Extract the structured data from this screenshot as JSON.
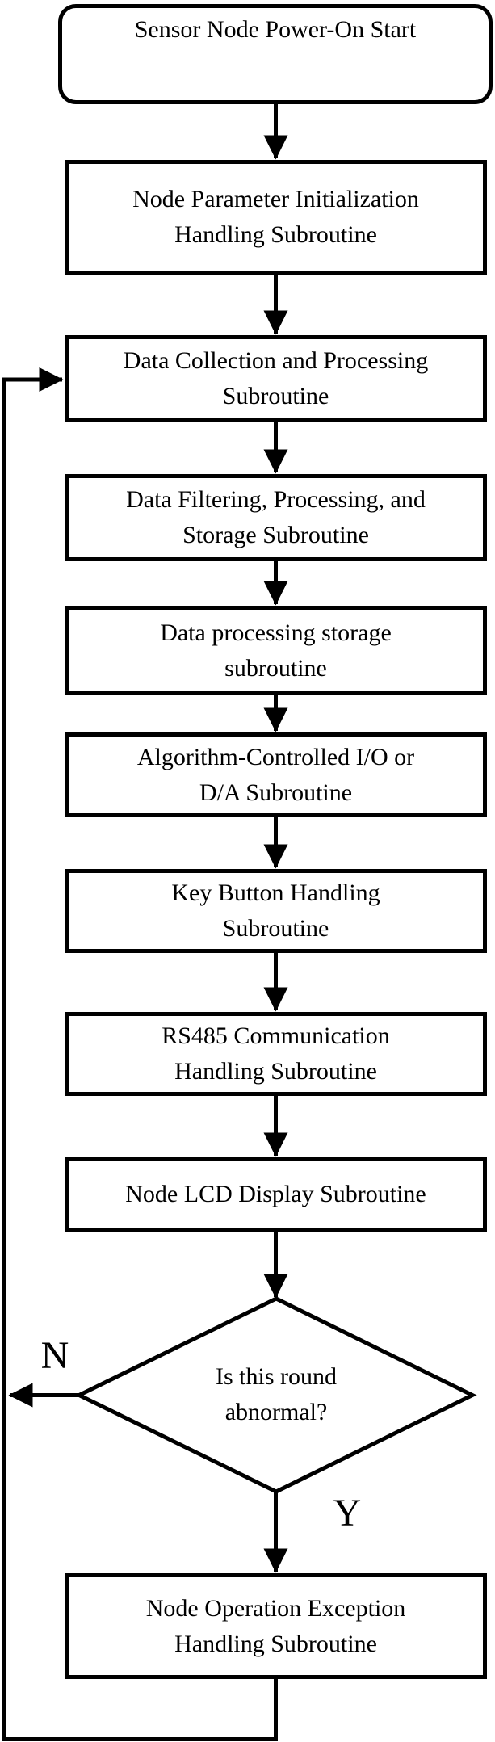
{
  "colors": {
    "ink": "#000000",
    "background": "#ffffff"
  },
  "flowchart": {
    "nodes": [
      {
        "id": "start",
        "shape": "terminator",
        "lines": [
          "Sensor Node Power-On Start"
        ]
      },
      {
        "id": "param-init",
        "shape": "process",
        "lines": [
          "Node Parameter Initialization",
          "Handling Subroutine"
        ]
      },
      {
        "id": "data-collection",
        "shape": "process",
        "lines": [
          "Data Collection and Processing",
          "Subroutine"
        ]
      },
      {
        "id": "data-filtering",
        "shape": "process",
        "lines": [
          "Data Filtering, Processing, and",
          "Storage Subroutine"
        ]
      },
      {
        "id": "data-processing-storage",
        "shape": "process",
        "lines": [
          "Data processing storage",
          "subroutine"
        ]
      },
      {
        "id": "algorithm-io",
        "shape": "process",
        "lines": [
          "Algorithm-Controlled I/O or",
          "D/A Subroutine"
        ]
      },
      {
        "id": "key-button",
        "shape": "process",
        "lines": [
          "Key Button Handling",
          "Subroutine"
        ]
      },
      {
        "id": "rs485-communication",
        "shape": "process",
        "lines": [
          "RS485 Communication",
          "Handling Subroutine"
        ]
      },
      {
        "id": "lcd-display",
        "shape": "process",
        "lines": [
          "Node LCD Display Subroutine"
        ]
      },
      {
        "id": "exception-handling",
        "shape": "process",
        "lines": [
          "Node Operation Exception",
          "Handling Subroutine"
        ]
      }
    ],
    "decision": {
      "id": "abnormal-check",
      "shape": "decision",
      "lines": [
        "Is this round",
        "abnormal?"
      ]
    },
    "branch_labels": {
      "no": "N",
      "yes": "Y"
    }
  }
}
